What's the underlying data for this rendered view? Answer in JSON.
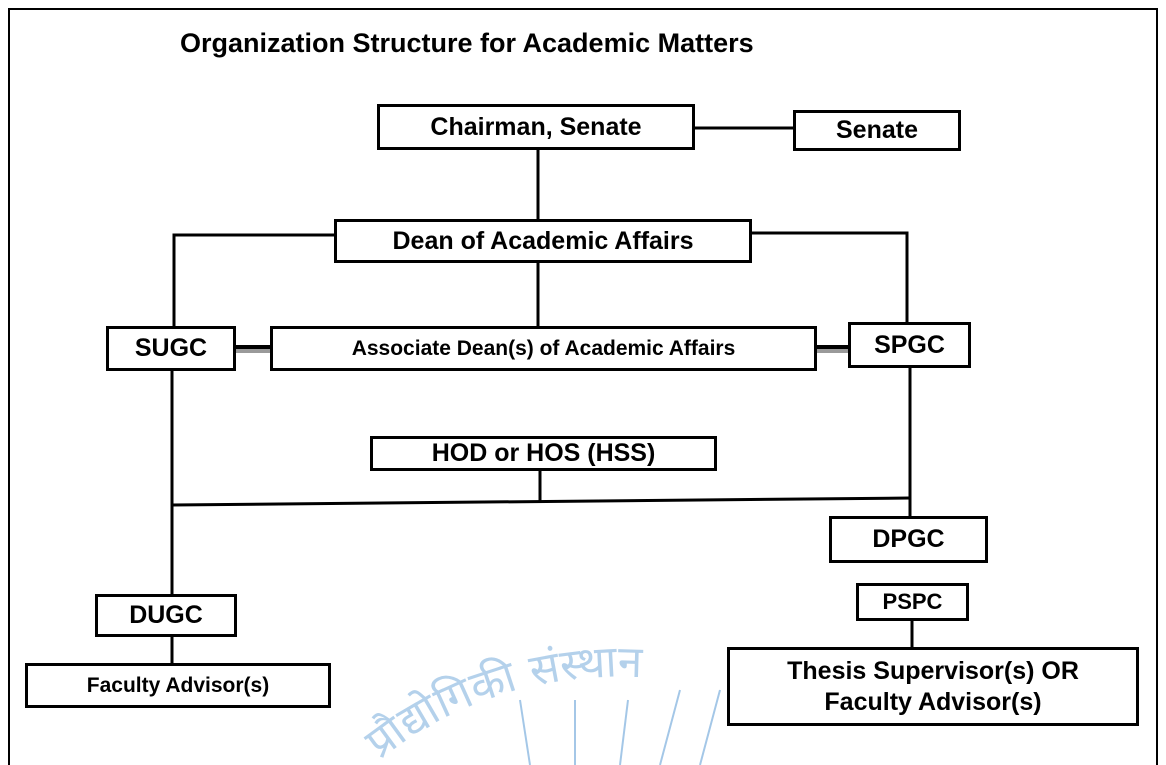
{
  "diagram": {
    "title": "Organization Structure for Academic Matters",
    "nodes": {
      "chairman": "Chairman, Senate",
      "senate": "Senate",
      "dean": "Dean of Academic Affairs",
      "sugc": "SUGC",
      "associate_dean": "Associate  Dean(s) of Academic Affairs",
      "spgc": "SPGC",
      "hod": "HOD or HOS (HSS)",
      "dpgc": "DPGC",
      "dugc": "DUGC",
      "pspc": "PSPC",
      "faculty_advisor": "Faculty Advisor(s)",
      "thesis_supervisor": "Thesis Supervisor(s) OR\nFaculty Advisor(s)"
    }
  },
  "watermark": {
    "text": "प्रौद्योगिकी संस्थान",
    "color": "#5b9bd5"
  },
  "colors": {
    "line": "#000000",
    "connector_shadow": "#9a9a9a"
  }
}
